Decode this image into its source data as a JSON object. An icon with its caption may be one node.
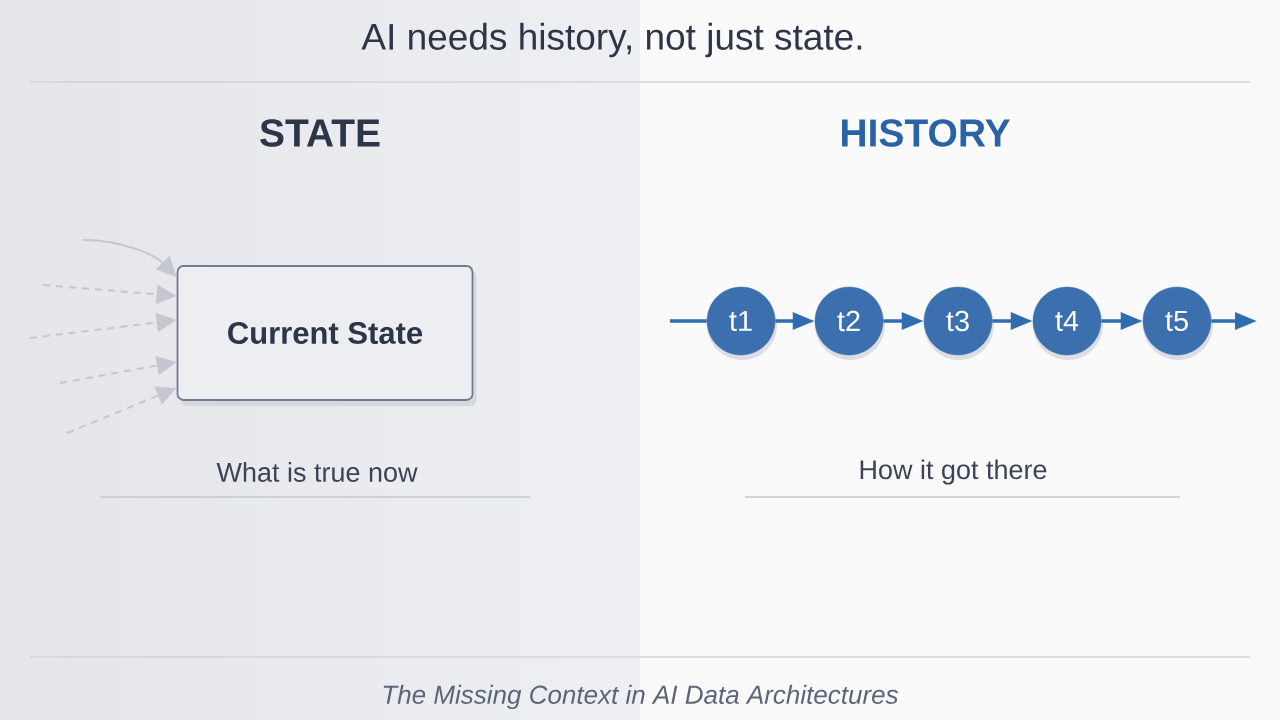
{
  "diagram": {
    "title": "AI needs history, not just state.",
    "caption": "The Missing Context in AI Data Architectures",
    "nodes": [
      {
        "text": [
          "Current State"
        ]
      },
      {
        "text": [
          "t1"
        ]
      },
      {
        "text": [
          "t2"
        ]
      },
      {
        "text": [
          "t3"
        ]
      },
      {
        "text": [
          "t4"
        ]
      },
      {
        "text": [
          "t5"
        ]
      }
    ],
    "edges": [
      {
        "from": null,
        "to": 0,
        "arrow": "to",
        "color": "#c4c7cf"
      },
      {
        "from": null,
        "to": 0,
        "arrow": "to",
        "style": "dashed",
        "color": "#c4c7cf"
      },
      {
        "from": null,
        "to": 0,
        "arrow": "to",
        "style": "dashed",
        "color": "#c4c7cf"
      },
      {
        "from": null,
        "to": 0,
        "arrow": "to",
        "style": "dashed",
        "color": "#c4c7cf"
      },
      {
        "from": null,
        "to": 0,
        "arrow": "to",
        "style": "dashed",
        "color": "#c4c7cf"
      },
      {
        "from": null,
        "to": 1,
        "arrow": "none"
      },
      {
        "from": 1,
        "to": 2,
        "arrow": "to"
      },
      {
        "from": 2,
        "to": 3,
        "arrow": "to"
      },
      {
        "from": 3,
        "to": 4,
        "arrow": "to"
      },
      {
        "from": 4,
        "to": 5,
        "arrow": "to"
      },
      {
        "from": 5,
        "to": null,
        "arrow": "to"
      }
    ],
    "labels": [
      "STATE",
      "HISTORY",
      "What is true now",
      "How it got there"
    ]
  }
}
